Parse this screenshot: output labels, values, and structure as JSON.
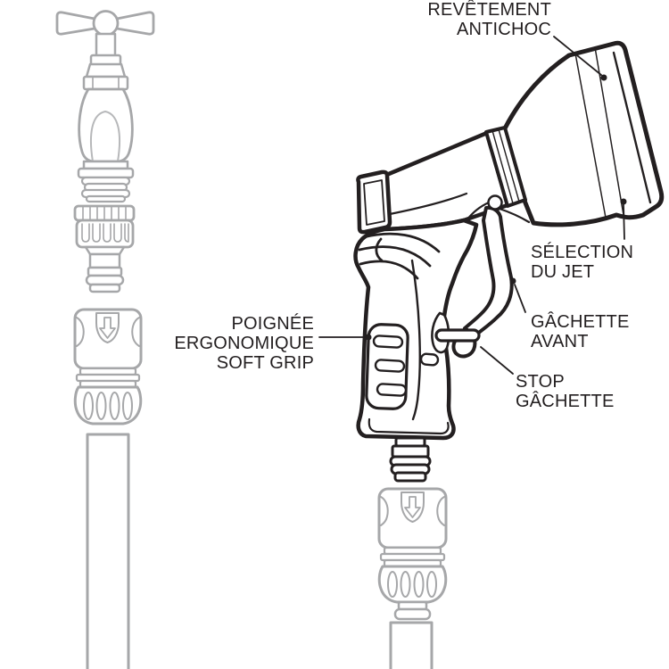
{
  "colors": {
    "ink": "#231f20",
    "part_gray": "#a6a7a9",
    "part_gray_light": "#b7b8ba",
    "background": "#ffffff"
  },
  "callouts": {
    "revetement_antichoc": {
      "line1": "REVÊTEMENT",
      "line2": "ANTICHOC"
    },
    "selection_du_jet": {
      "line1": "SÉLECTION",
      "line2": "DU JET"
    },
    "gachette_avant": {
      "line1": "GÂCHETTE",
      "line2": "AVANT"
    },
    "stop_gachette": {
      "line1": "STOP",
      "line2": "GÂCHETTE"
    },
    "poignee_soft_grip": {
      "line1": "POIGNÉE",
      "line2": "ERGONOMIQUE",
      "line3": "SOFT GRIP"
    }
  },
  "icons": {
    "connector_arrow_left": "down-arrow",
    "connector_arrow_bottom": "down-arrow"
  }
}
